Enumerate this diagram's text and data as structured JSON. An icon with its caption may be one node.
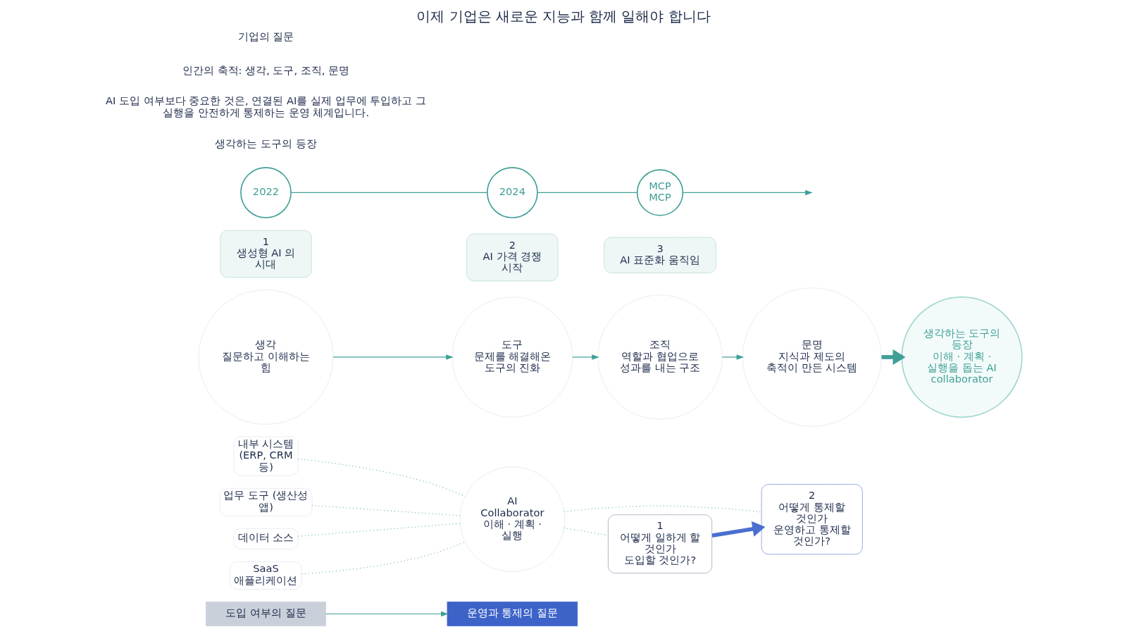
{
  "diagram": {
    "title": "이제 기업은 새로운 지능과 함께 일해야 합니다",
    "nodes": [
      {
        "text": [
          "2022"
        ]
      },
      {
        "text": [
          "2024"
        ]
      },
      {
        "text": [
          "MCP",
          "MCP"
        ]
      },
      {
        "text": [
          "1",
          "생성형 AI 의 시대"
        ]
      },
      {
        "text": [
          "2",
          "AI 가격 경쟁 시작"
        ]
      },
      {
        "text": [
          "3",
          "AI 표준화 움직임"
        ]
      },
      {
        "text": [
          "생각",
          "질문하고 이해하는 힘"
        ]
      },
      {
        "text": [
          "도구",
          "문제를 해결해온 도구의 진화"
        ]
      },
      {
        "text": [
          "조직",
          "역할과 협업으로 성과를 내는 구조"
        ]
      },
      {
        "text": [
          "문명",
          "지식과 제도의 축적이 만든 시스템"
        ]
      },
      {
        "text": [
          "생각하는 도구의 등장",
          "이해 · 계획 · 실행을 돕는 AI collaborator"
        ]
      },
      {
        "text": [
          "SaaS 애플리케이션"
        ]
      },
      {
        "text": [
          "데이터 소스"
        ]
      },
      {
        "text": [
          "업무 도구 (생산성 앱)"
        ]
      },
      {
        "text": [
          "내부 시스템 (ERP, CRM 등)"
        ]
      },
      {
        "text": [
          "AI Collaborator",
          "이해 · 계획 · 실행"
        ]
      },
      {
        "text": [
          "1",
          "어떻게 일하게 할 것인가",
          "도입할 것인가?"
        ]
      },
      {
        "text": [
          "2",
          "어떻게 통제할 것인가",
          "운영하고 통제할 것인가?"
        ]
      },
      {
        "text": [
          "도입 여부의 질문"
        ]
      },
      {
        "text": [
          "운영과 통제의 질문"
        ]
      }
    ],
    "edges": [
      {
        "from": 0,
        "to": 1,
        "arrow": "none"
      },
      {
        "from": 1,
        "to": 2,
        "arrow": "none"
      },
      {
        "from": 2,
        "to": null,
        "arrow": "to"
      },
      {
        "from": 6,
        "to": 7,
        "arrow": "to"
      },
      {
        "from": 7,
        "to": 8,
        "arrow": "to"
      },
      {
        "from": 8,
        "to": 9,
        "arrow": "to"
      },
      {
        "from": 9,
        "to": 10,
        "arrow": "to",
        "style": "thick"
      },
      {
        "from": 11,
        "to": 15,
        "arrow": "none",
        "style": "dashed"
      },
      {
        "from": 12,
        "to": 15,
        "arrow": "none",
        "style": "dashed"
      },
      {
        "from": 13,
        "to": 15,
        "arrow": "none",
        "style": "dashed"
      },
      {
        "from": 14,
        "to": 15,
        "arrow": "none",
        "style": "dashed"
      },
      {
        "from": 15,
        "to": 16,
        "arrow": "none",
        "style": "dashed"
      },
      {
        "from": 15,
        "to": 17,
        "arrow": "none",
        "style": "dashed"
      },
      {
        "from": 16,
        "to": 17,
        "arrow": "to",
        "style": "thick",
        "color": "#4a6fd0"
      },
      {
        "from": 18,
        "to": 19,
        "arrow": "to"
      }
    ],
    "labels": [
      "생각하는 도구의 등장",
      "AI 도입 여부보다 중요한 것은, 연결된 AI를 실제 업무에 투입하고 그 실행을 안전하게 통제하는 운영 체계입니다.",
      "인간의 축적: 생각, 도구, 조직, 문명",
      "기업의 질문"
    ]
  }
}
